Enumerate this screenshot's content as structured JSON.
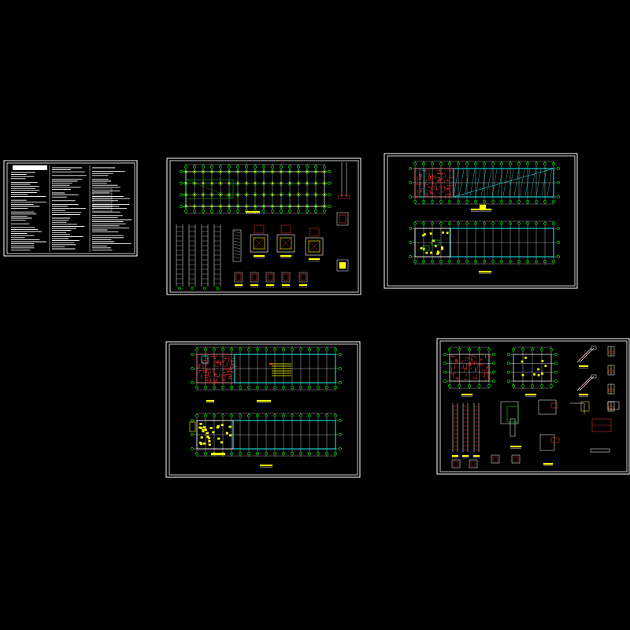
{
  "sheets": [
    {
      "id": "notes-sheet",
      "content": "notes"
    },
    {
      "id": "foundation-plan-sheet",
      "content": "foundation"
    },
    {
      "id": "roof-plan-sheet",
      "content": "roof"
    },
    {
      "id": "floor-plan-sheet",
      "content": "floor"
    },
    {
      "id": "details-sheet",
      "content": "details"
    }
  ],
  "colors": {
    "background": "#000000",
    "frame": "#ffffff",
    "grid": "#ffffff",
    "axis_bubble": "#00ff00",
    "rebar": "#ff3030",
    "column": "#ffff00",
    "outline": "#00ffff",
    "title_block": "#ffff00"
  }
}
